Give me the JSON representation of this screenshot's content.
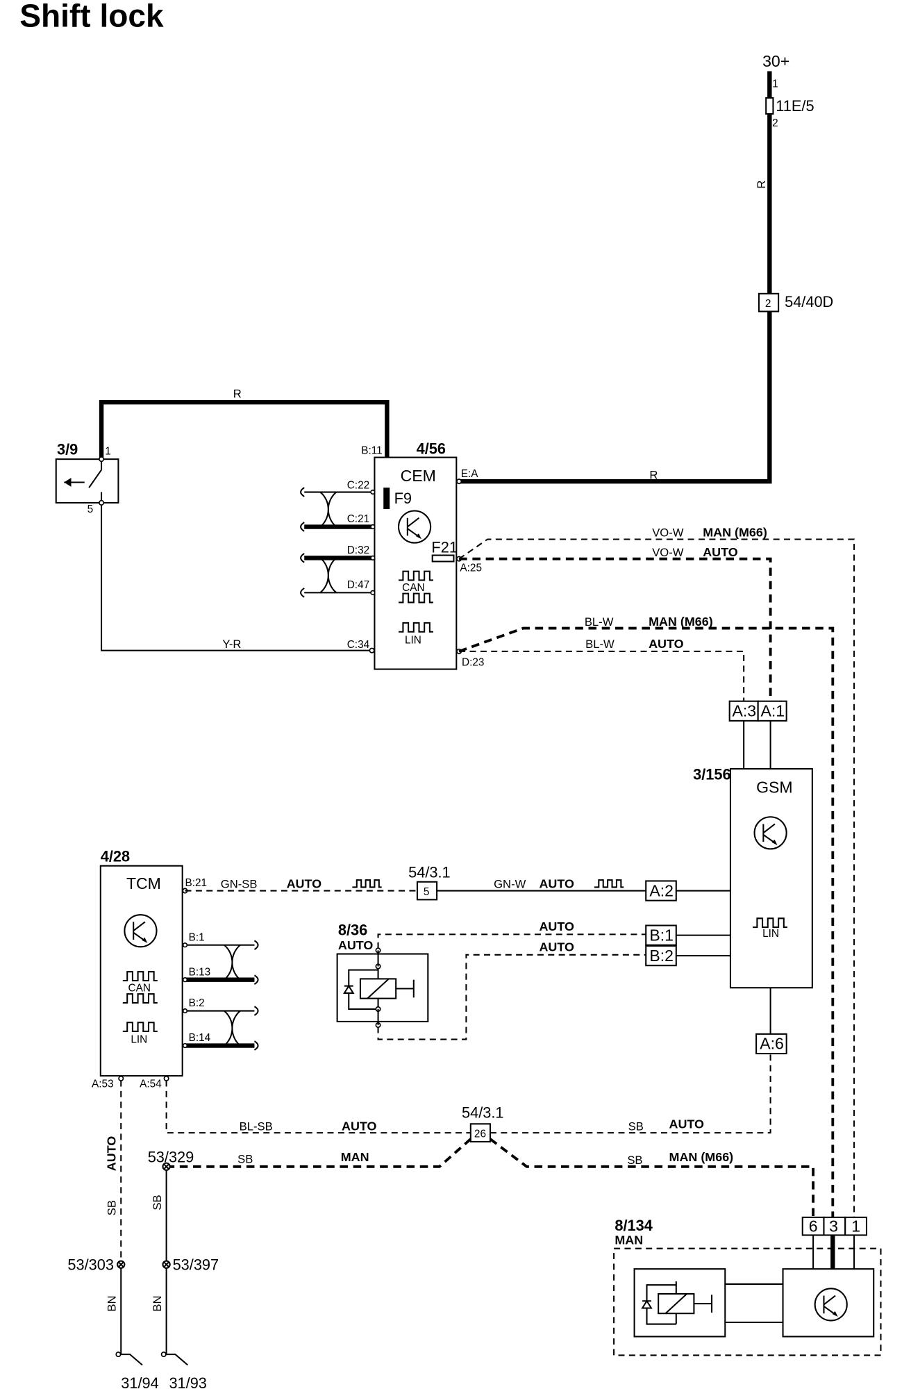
{
  "title": "Shift lock",
  "components": {
    "supply": "30+",
    "fuse": "11E/5",
    "fuse_pin1": "1",
    "fuse_pin2": "2",
    "connector_5440": {
      "pin": "2",
      "label": "54/40D"
    },
    "switch": {
      "id": "3/9",
      "pin1": "1",
      "pin5": "5"
    },
    "cem": {
      "id": "4/56",
      "name": "CEM",
      "fuse_f9": "F9",
      "fuse_f21": "F21",
      "can": "CAN",
      "lin": "LIN"
    },
    "gsm": {
      "id": "3/156",
      "name": "GSM",
      "lin": "LIN"
    },
    "tcm": {
      "id": "4/28",
      "name": "TCM",
      "can": "CAN",
      "lin": "LIN"
    },
    "relay_auto": {
      "id": "8/36",
      "variant": "AUTO"
    },
    "relay_man": {
      "id": "8/134",
      "variant": "MAN"
    },
    "splice_5": {
      "id": "54/3.1",
      "pin": "5"
    },
    "splice_26": {
      "id": "54/3.1",
      "pin": "26"
    },
    "ground_53329": "53/329",
    "ground_53303": "53/303",
    "ground_53397": "53/397",
    "ground_3194": "31/94",
    "ground_3193": "31/93"
  },
  "pins": {
    "cem_b11": "B:11",
    "cem_c22": "C:22",
    "cem_c21": "C:21",
    "cem_d32": "D:32",
    "cem_d47": "D:47",
    "cem_c34": "C:34",
    "cem_ea": "E:A",
    "cem_a25": "A:25",
    "cem_d23": "D:23",
    "tcm_b21": "B:21",
    "tcm_b1": "B:1",
    "tcm_b13": "B:13",
    "tcm_b2": "B:2",
    "tcm_b14": "B:14",
    "tcm_a53": "A:53",
    "tcm_a54": "A:54"
  },
  "connectors": {
    "a3": "A:3",
    "a1": "A:1",
    "a2": "A:2",
    "b1": "B:1",
    "b2": "B:2",
    "a6": "A:6",
    "m6": "6",
    "m3": "3",
    "m1": "1"
  },
  "wires": {
    "r": "R",
    "yr": "Y-R",
    "vow": "VO-W",
    "blw": "BL-W",
    "gnsb": "GN-SB",
    "gnw": "GN-W",
    "blsb": "BL-SB",
    "sb": "SB",
    "bn": "BN"
  },
  "variants": {
    "man_m66": "MAN (M66)",
    "auto": "AUTO",
    "man": "MAN"
  }
}
